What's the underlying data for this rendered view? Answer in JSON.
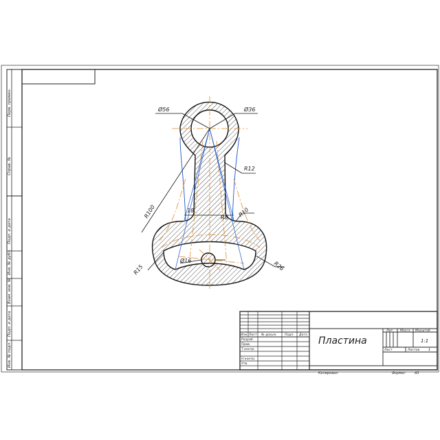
{
  "drawing": {
    "dimensions": {
      "d56": "Ø56",
      "d36": "Ø36",
      "r12": "R12",
      "r100": "R100",
      "w18": "18",
      "r8": "R8",
      "r10": "R10",
      "d16": "Ø16",
      "r15": "R15",
      "r26": "R26"
    }
  },
  "side_strip": [
    "Перв. примен.",
    "Справ. №",
    "Подп. и дата",
    "Инв. № дубл.",
    "Взам. инв. №",
    "Подп. и дата",
    "Инв. № подл."
  ],
  "title_block": {
    "title": "Пластина",
    "header_row": [
      "Изм.",
      "Лист",
      "№ докум.",
      "Подп.",
      "Дата"
    ],
    "roles": [
      "Разраб.",
      "Пров.",
      "Т.контр.",
      "",
      "Н.контр.",
      "Утв."
    ],
    "lit_label": "Лит.",
    "mass_label": "Масса",
    "scale_label": "Масштаб",
    "scale_value": "1:1",
    "sheet_label": "Лист",
    "sheets_label": "Листов",
    "sheets_value": "1",
    "copied": "Копировал",
    "format_label": "Формат",
    "format_value": "A3"
  }
}
